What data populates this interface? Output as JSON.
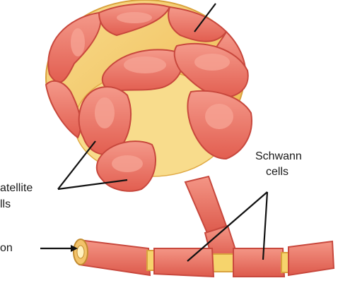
{
  "labels": {
    "satellite_line1": "atellite",
    "satellite_line2": "lls",
    "schwann_line1": "Schwann",
    "schwann_line2": "cells",
    "axon": "on"
  },
  "colors": {
    "cell_body": "#f2c15a",
    "cell_body_light": "#f8dc8c",
    "satellite_cell": "#e86a5c",
    "satellite_highlight": "#f48f7e",
    "satellite_edge": "#c8483d",
    "schwann_cell": "#e8786a",
    "axon_core": "#f6d46c",
    "line": "#111111"
  }
}
